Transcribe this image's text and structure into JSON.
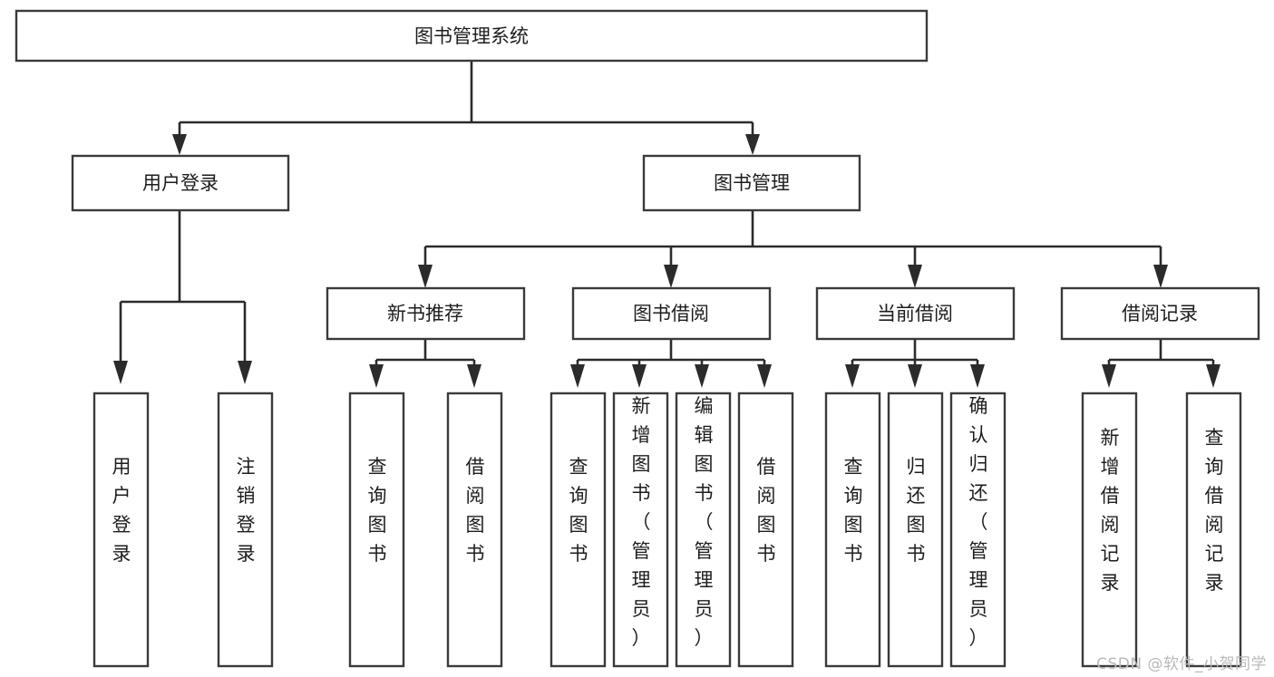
{
  "diagram": {
    "title": "图书管理系统",
    "watermark": "CSDN @软件_小贺同学",
    "colors": {
      "box_stroke": "#3a3a3a",
      "connector": "#2b2b2b",
      "background": "#ffffff",
      "text": "#1d1d1d",
      "watermark": "#b9b9b9"
    },
    "root": {
      "label": "图书管理系统"
    },
    "level2": [
      {
        "label": "用户登录"
      },
      {
        "label": "图书管理"
      }
    ],
    "level3": [
      {
        "label": "新书推荐"
      },
      {
        "label": "图书借阅"
      },
      {
        "label": "当前借阅"
      },
      {
        "label": "借阅记录"
      }
    ],
    "leaves": {
      "user_login": [
        {
          "label": "用户登录"
        },
        {
          "label": "注销登录"
        }
      ],
      "new_book_recommend": [
        {
          "label": "查询图书"
        },
        {
          "label": "借阅图书"
        }
      ],
      "book_borrow": [
        {
          "label": "查询图书"
        },
        {
          "label": "新增图书（管理员）"
        },
        {
          "label": "编辑图书（管理员）"
        },
        {
          "label": "借阅图书"
        }
      ],
      "current_borrow": [
        {
          "label": "查询图书"
        },
        {
          "label": "归还图书"
        },
        {
          "label": "确认归还（管理员）"
        }
      ],
      "borrow_record": [
        {
          "label": "新增借阅记录"
        },
        {
          "label": "查询借阅记录"
        }
      ]
    }
  }
}
